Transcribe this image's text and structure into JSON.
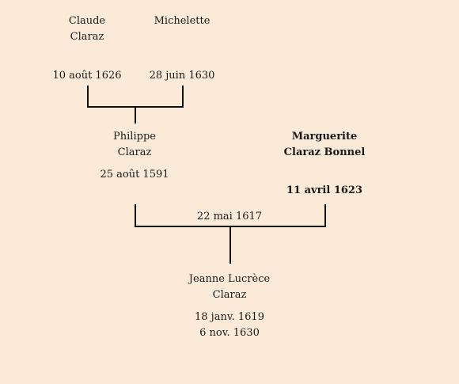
{
  "grandfather": {
    "name_lines": [
      "Claude",
      "Claraz"
    ],
    "date": "10 août 1626"
  },
  "grandmother": {
    "name_lines": [
      "Michelette",
      ""
    ],
    "date": "28 juin 1630"
  },
  "father": {
    "name_lines": [
      "Philippe",
      "Claraz"
    ],
    "date": "25 août 1591"
  },
  "mother": {
    "name_lines": [
      "Marguerite",
      "Claraz Bonnel"
    ],
    "date": "11 avril 1623"
  },
  "parents_marriage": "22 mai 1617",
  "child": {
    "name_lines": [
      "Jeanne Lucrèce",
      "Claraz"
    ],
    "birth": "18 janv. 1619",
    "death": "6 nov. 1630"
  }
}
